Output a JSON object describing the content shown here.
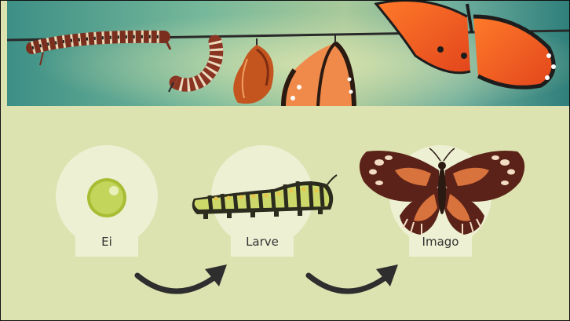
{
  "stages": [
    {
      "id": "egg",
      "label": "Ei",
      "icon": "egg-icon"
    },
    {
      "id": "larva",
      "label": "Larve",
      "icon": "caterpillar-icon"
    },
    {
      "id": "imago",
      "label": "Imago",
      "icon": "butterfly-icon"
    }
  ],
  "arrows": [
    "arrow-egg-to-larva",
    "arrow-larva-to-imago"
  ],
  "colors": {
    "background": "#dde3b0",
    "stage_disc": "#edf0d3",
    "arrow": "#2e2e2e",
    "egg": "#b9cc4a",
    "butterfly_wing": "#5a2218",
    "butterfly_accent": "#d9733d"
  }
}
